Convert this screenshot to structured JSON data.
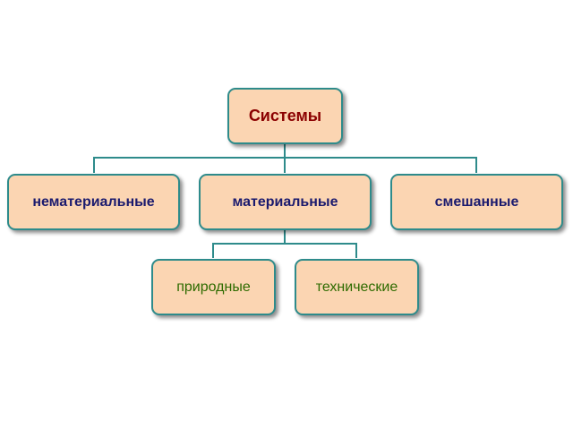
{
  "diagram": {
    "root": {
      "label": "Системы"
    },
    "level1": [
      {
        "label": "нематериальные"
      },
      {
        "label": "материальные"
      },
      {
        "label": "смешанные"
      }
    ],
    "level2": [
      {
        "label": "природные"
      },
      {
        "label": "технические"
      }
    ]
  },
  "colors": {
    "node_fill": "#fbd5b2",
    "node_border": "#2e8b8b",
    "connector": "#2e8b8b",
    "root_text": "#8b0000",
    "level1_text": "#1a1a6e",
    "level2_text": "#2e6b00"
  }
}
